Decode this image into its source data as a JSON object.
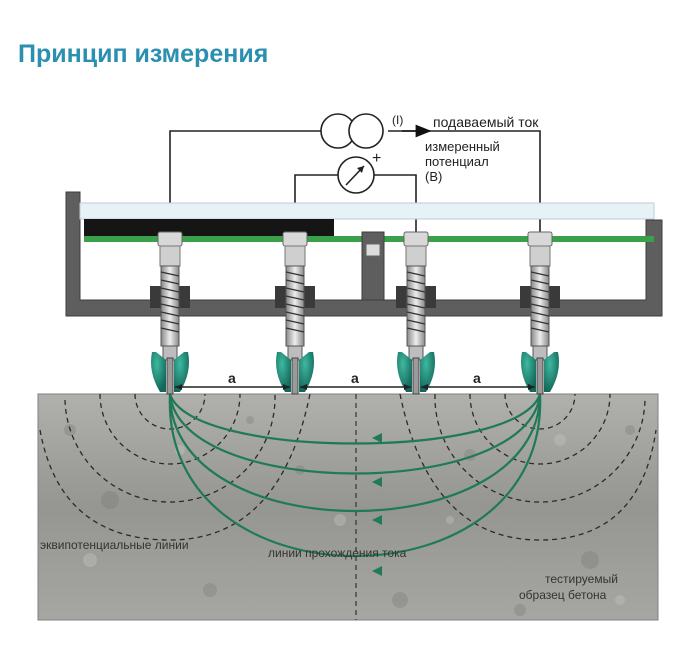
{
  "title": "Принцип измерения",
  "labels": {
    "current_symbol": "(I)",
    "supplied_current": "подаваемый ток",
    "measured_potential_line1": "измеренный",
    "measured_potential_line2": "потенциал",
    "measured_potential_line3": "(В)",
    "plus": "+",
    "spacing_a": "a",
    "equipotential_lines": "эквипотенциальные линии",
    "current_flow_lines": "линии прохождения тока",
    "sample_line1": "тестируемый",
    "sample_line2": "образец бетона"
  },
  "colors": {
    "title": "#2a8fb0",
    "housing": "#5e5e5e",
    "pcb": "#3aa04a",
    "probe_tip": "#1f8c7a",
    "current_line": "#1f7a5a",
    "concrete": "#9a9a96"
  }
}
